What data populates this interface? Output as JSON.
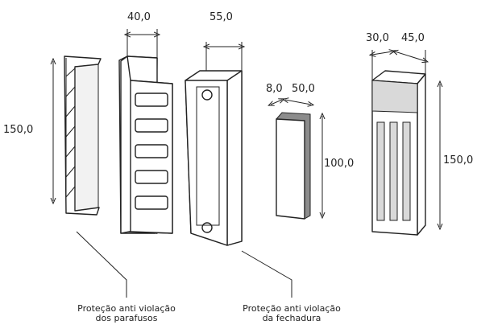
{
  "dimensions": {
    "d1_height": "150,0",
    "d2_width": "40,0",
    "d3_width": "55,0",
    "d4_thickness": "8,0",
    "d4_width": "50,0",
    "d4_height": "100,0",
    "d5_depth": "30,0",
    "d5_width": "45,0",
    "d5_height": "150,0"
  },
  "captions": {
    "left_line1": "Proteção anti violação",
    "left_line2": "dos parafusos",
    "right_line1": "Proteção anti violação",
    "right_line2": "da fechadura"
  }
}
